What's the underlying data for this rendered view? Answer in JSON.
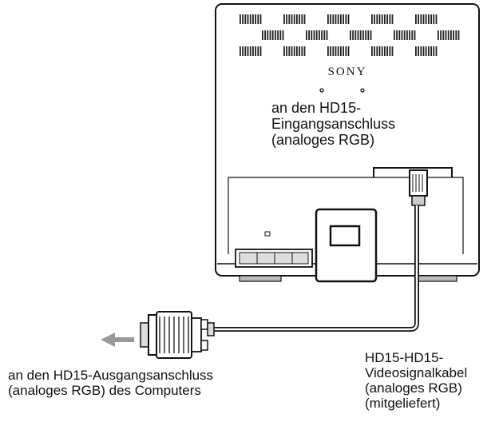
{
  "brand": "SONY",
  "labels": {
    "monitor_input": [
      "an den HD15-",
      "Eingangsanschluss",
      "(analoges RGB)"
    ],
    "cable": [
      "HD15-HD15-",
      "Videosignalkabel",
      "(analoges RGB)",
      "(mitgeliefert)"
    ],
    "computer_output": [
      "an den HD15-Ausgangsanschluss",
      "(analoges RGB) des Computers"
    ]
  },
  "colors": {
    "ink": "#111111",
    "arrow": "#9a9a9a"
  }
}
